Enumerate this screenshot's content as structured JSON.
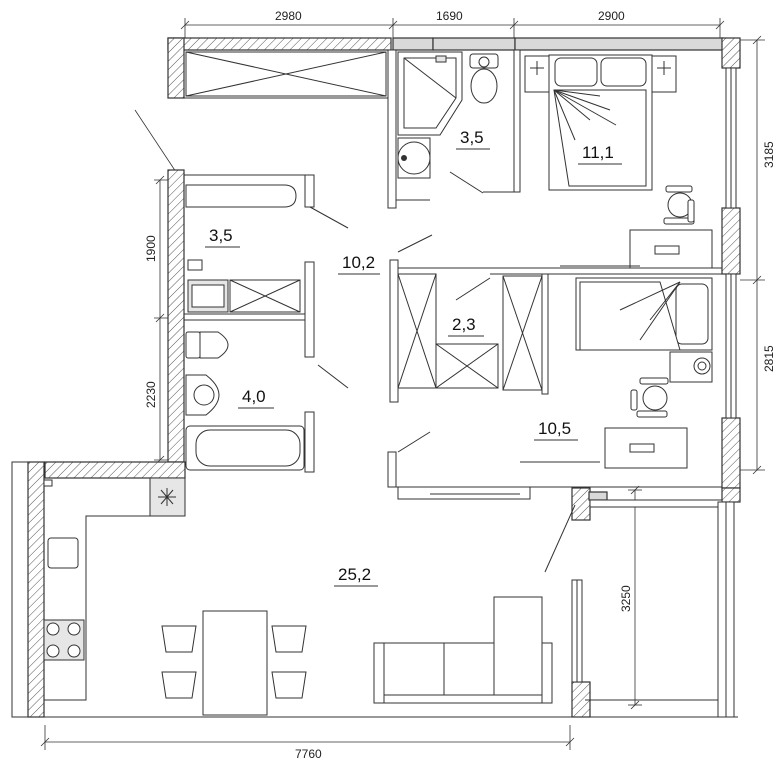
{
  "dimensions": {
    "top_left": "2980",
    "top_middle": "1690",
    "top_right": "2900",
    "bottom": "7760",
    "left_upper": "1900",
    "left_lower": "2230",
    "right_upper": "3185",
    "right_lower": "2815",
    "loggia": "3250"
  },
  "rooms": {
    "wc_top": "3,5",
    "bedroom": "11,1",
    "bathroom_left": "3,5",
    "hall": "10,2",
    "closet": "2,3",
    "wc_left": "4,0",
    "kids_room": "10,5",
    "living_kitchen": "25,2"
  }
}
